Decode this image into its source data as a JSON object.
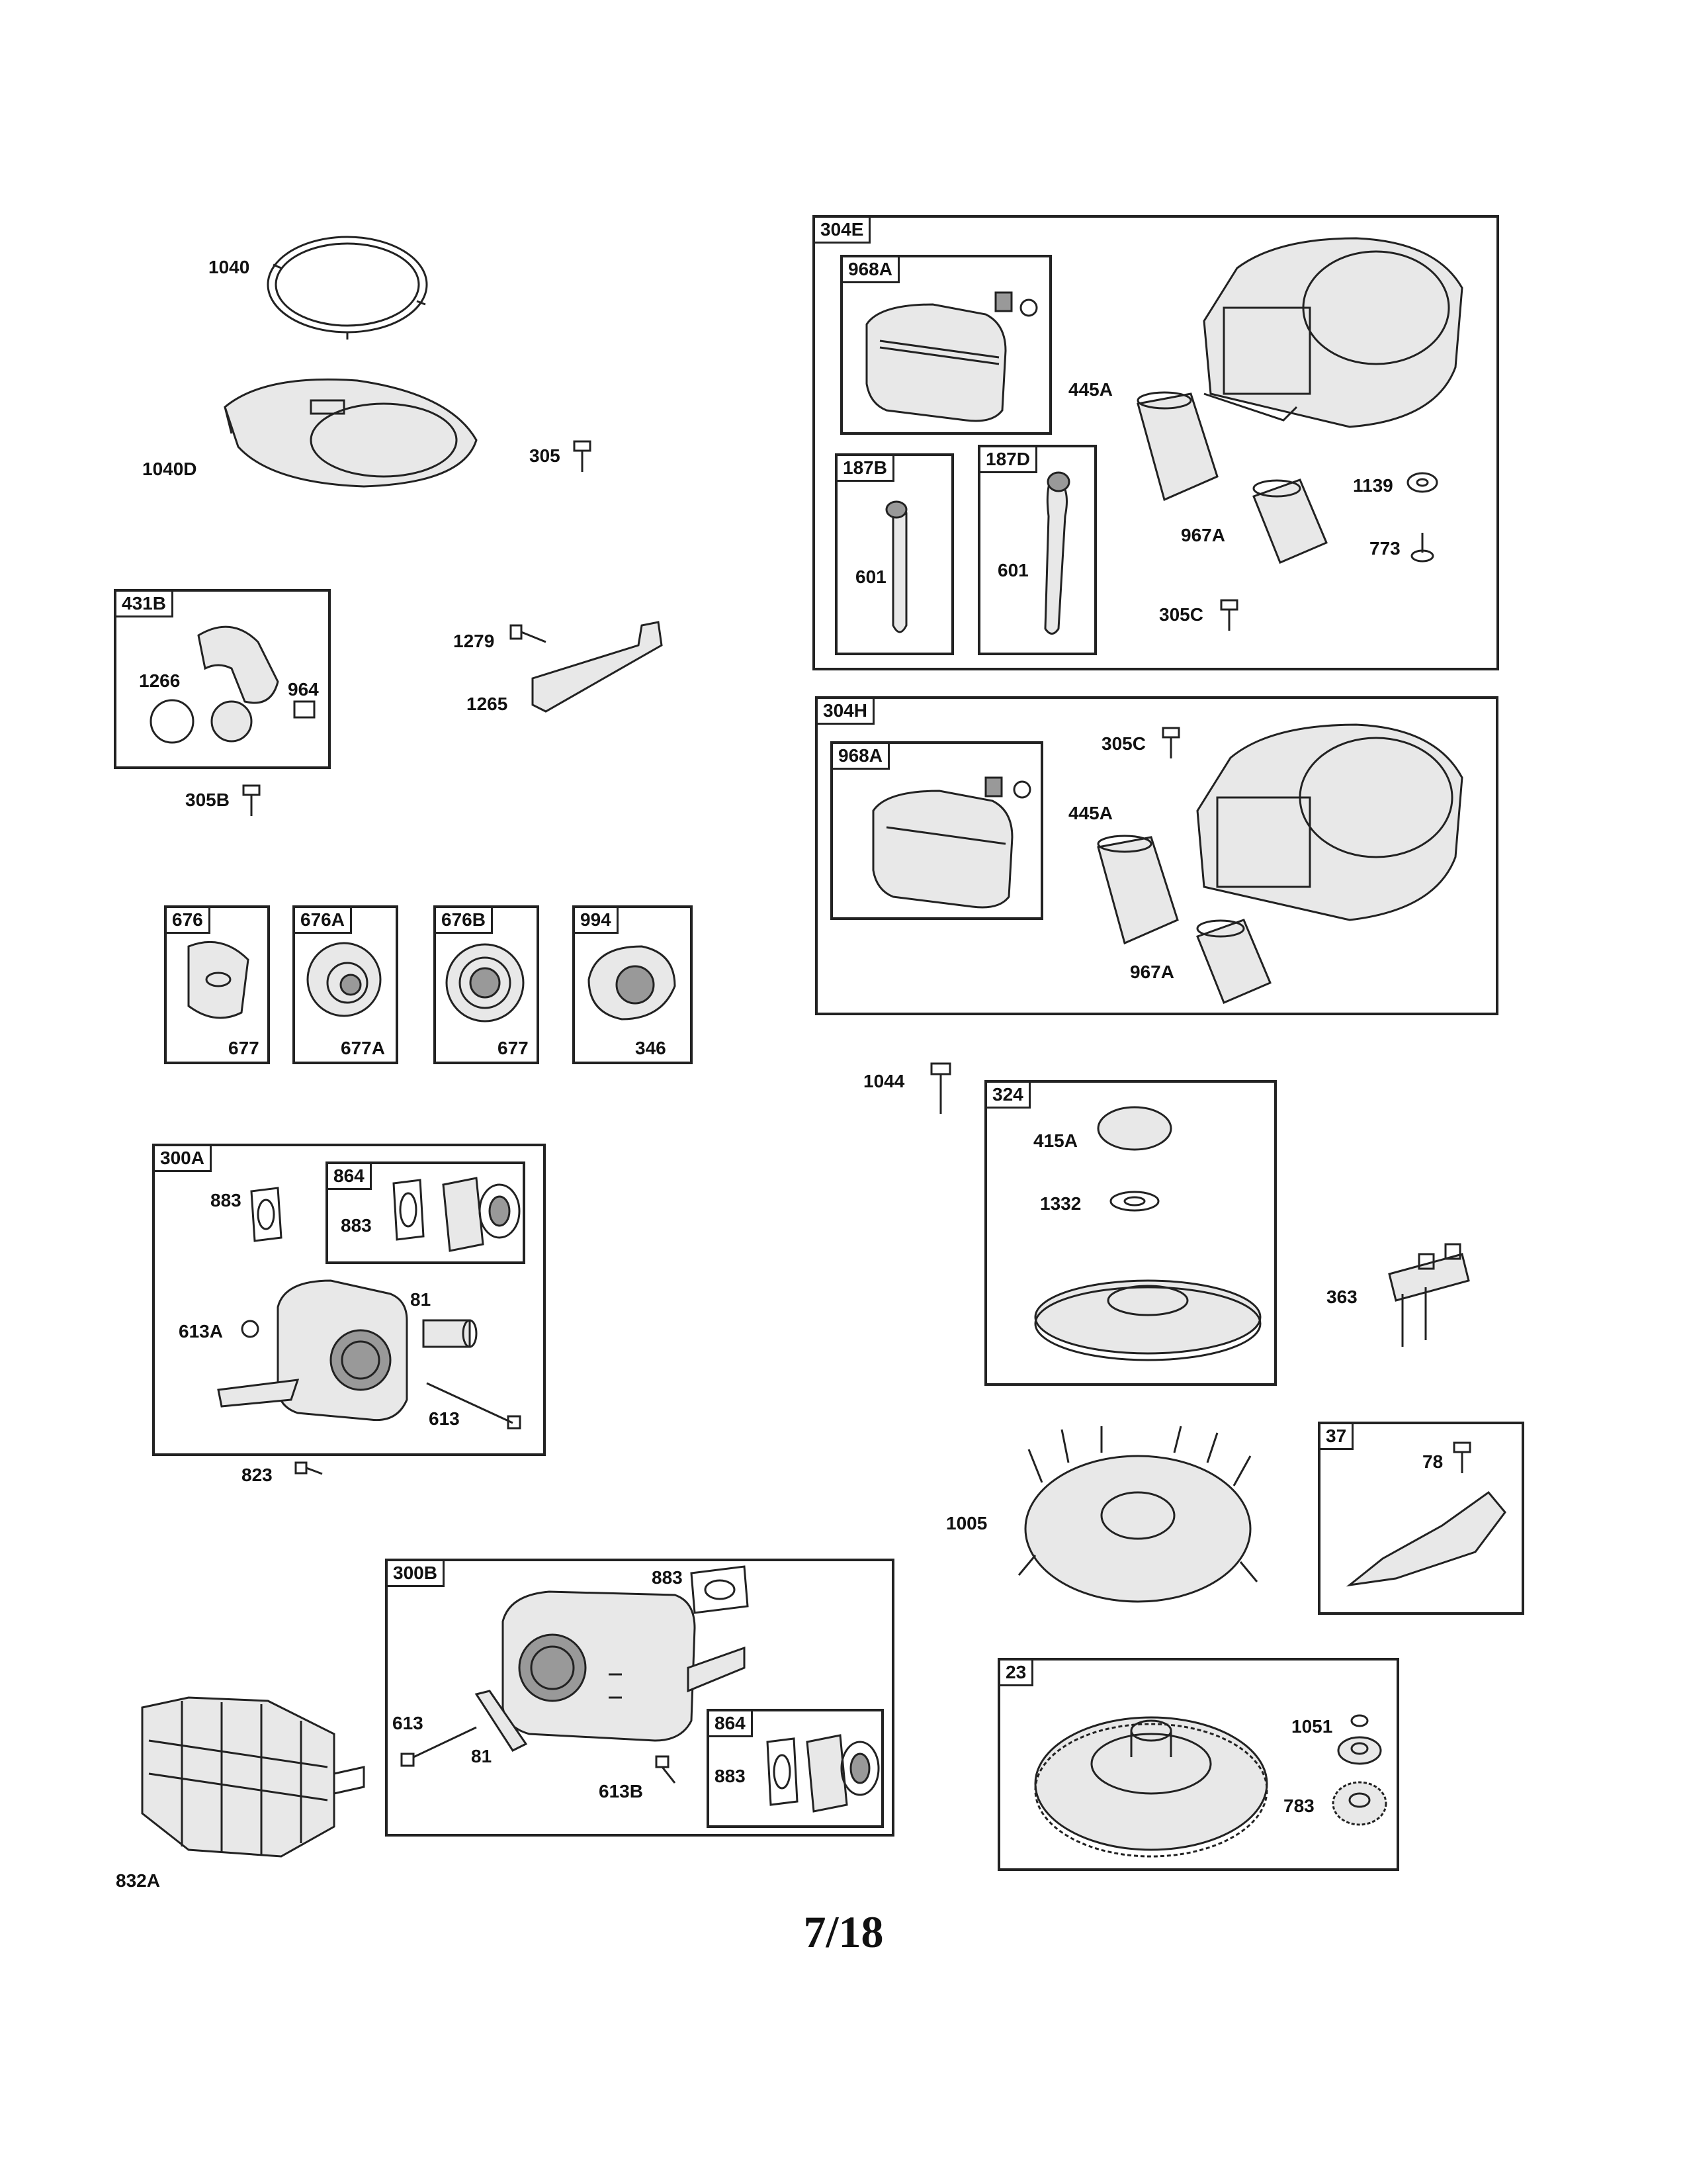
{
  "labels": {
    "p1040": "1040",
    "p1040D": "1040D",
    "p305": "305",
    "p1279": "1279",
    "p1265": "1265",
    "p1266": "1266",
    "p964": "964",
    "p305B": "305B",
    "p677_a": "677",
    "p677A": "677A",
    "p677_b": "677",
    "p346": "346",
    "p883_a": "883",
    "p883_b": "883",
    "p613A": "613A",
    "p81_a": "81",
    "p613_a": "613",
    "p823": "823",
    "p832A": "832A",
    "p883_c": "883",
    "p613_b": "613",
    "p81_b": "81",
    "p613B": "613B",
    "p883_d": "883",
    "p445A_a": "445A",
    "p601_a": "601",
    "p601_b": "601",
    "p967A_a": "967A",
    "p1139": "1139",
    "p773": "773",
    "p305C_a": "305C",
    "p305C_b": "305C",
    "p445A_b": "445A",
    "p967A_b": "967A",
    "p1044": "1044",
    "p415A": "415A",
    "p1332": "1332",
    "p363": "363",
    "p1005": "1005",
    "p78": "78",
    "p1051": "1051",
    "p783": "783"
  },
  "boxes": {
    "b431B": "431B",
    "b676": "676",
    "b676A": "676A",
    "b676B": "676B",
    "b994": "994",
    "b300A": "300A",
    "b864_a": "864",
    "b300B": "300B",
    "b864_b": "864",
    "b304E": "304E",
    "b968A_a": "968A",
    "b187B": "187B",
    "b187D": "187D",
    "b304H": "304H",
    "b968A_b": "968A",
    "b324": "324",
    "b37": "37",
    "b23": "23"
  },
  "page_number": "7/18"
}
